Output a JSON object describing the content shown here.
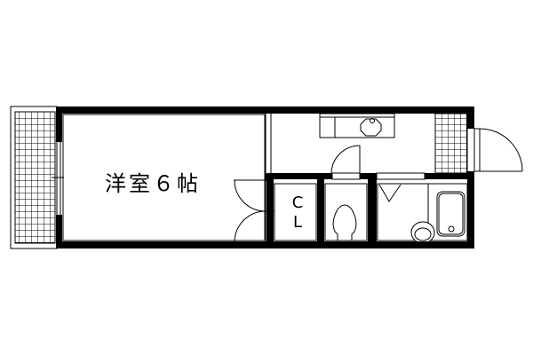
{
  "floor_plan": {
    "rooms": [
      {
        "id": "western-room",
        "label": "洋室６帖"
      },
      {
        "id": "closet",
        "label_line1": "C",
        "label_line2": "L"
      },
      {
        "id": "toilet",
        "label": ""
      },
      {
        "id": "bathroom",
        "label": ""
      },
      {
        "id": "kitchen",
        "label": ""
      },
      {
        "id": "balcony",
        "label": ""
      },
      {
        "id": "entrance",
        "label": ""
      }
    ],
    "colors": {
      "wall": "#000000",
      "background": "#ffffff"
    }
  }
}
